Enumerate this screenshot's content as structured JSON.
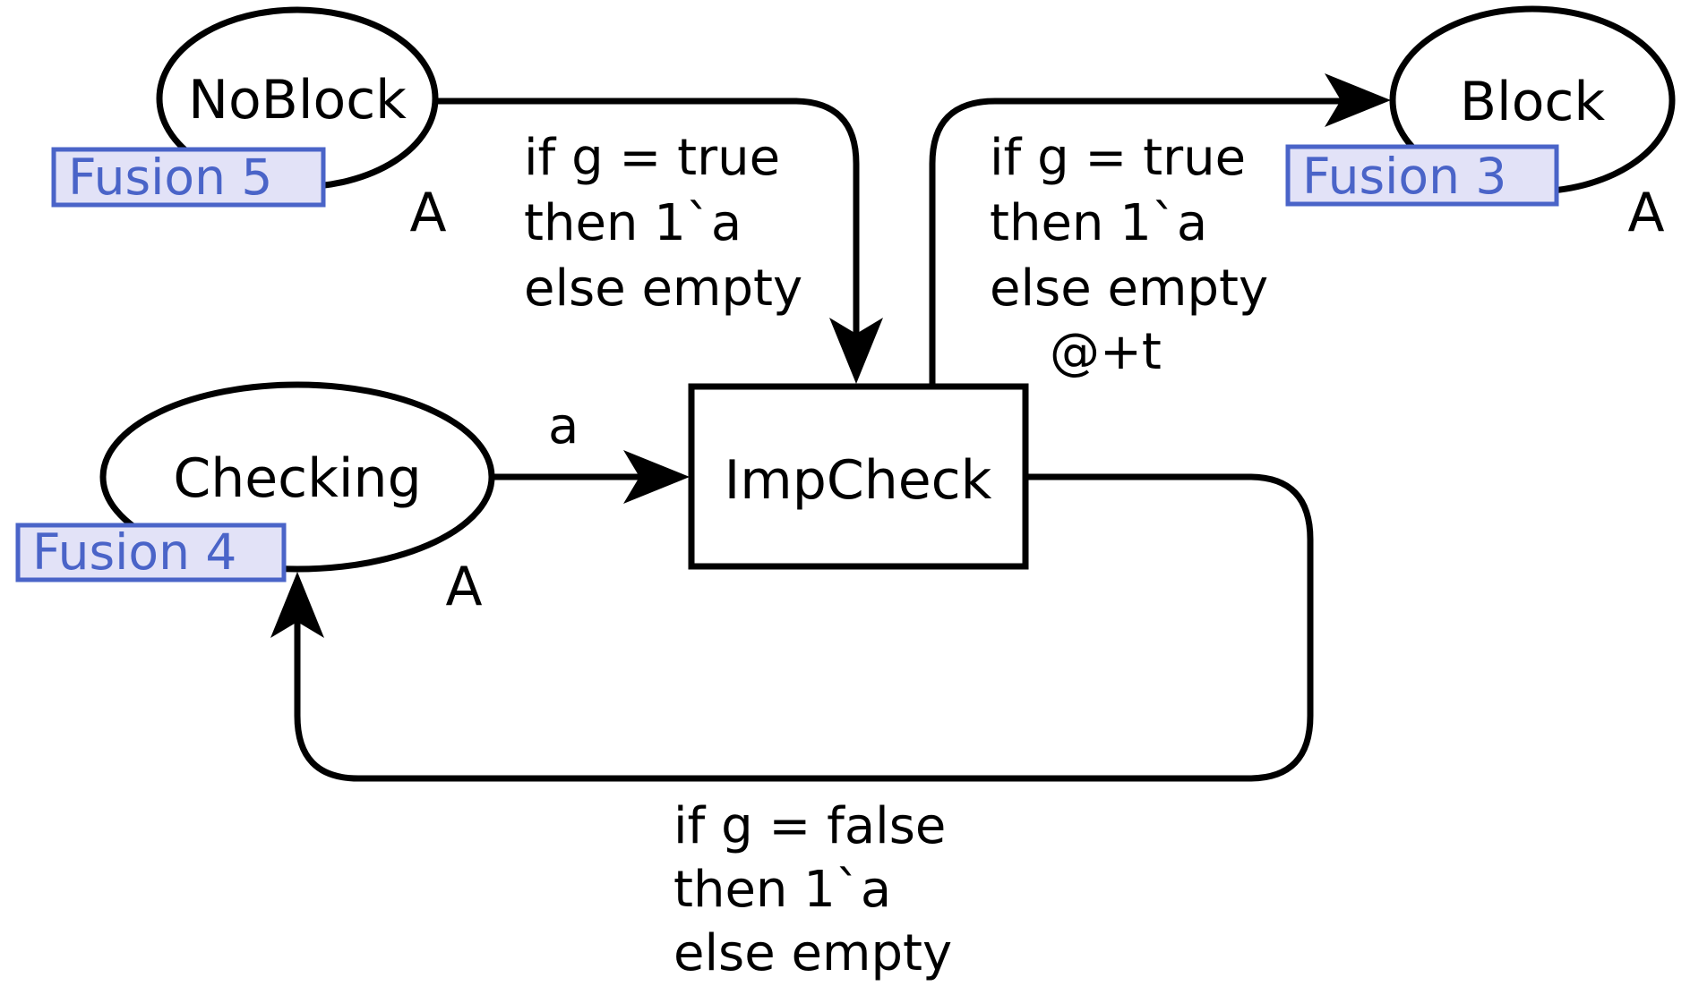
{
  "net": {
    "places": [
      {
        "name": "NoBlock",
        "colorset": "A",
        "fusion_tag": "Fusion 5"
      },
      {
        "name": "Block",
        "colorset": "A",
        "fusion_tag": "Fusion 3"
      },
      {
        "name": "Checking",
        "colorset": "A",
        "fusion_tag": "Fusion 4"
      }
    ],
    "transitions": [
      {
        "name": "ImpCheck"
      }
    ],
    "arcs": [
      {
        "from": "NoBlock",
        "to": "ImpCheck",
        "lines": [
          "if g = true",
          "then 1`a",
          "else empty"
        ]
      },
      {
        "from": "ImpCheck",
        "to": "Block",
        "lines": [
          "if g = true",
          "then 1`a",
          "else empty",
          "@+t"
        ]
      },
      {
        "from": "Checking",
        "to": "ImpCheck",
        "lines": [
          "a"
        ]
      },
      {
        "from": "ImpCheck",
        "to": "Checking",
        "lines": [
          "if g = false",
          "then 1`a",
          "else empty"
        ]
      }
    ],
    "colors": {
      "stroke": "#000000",
      "background": "#ffffff",
      "fusion_fill": "#e2e2f7",
      "fusion_accent": "#4a64c8"
    }
  }
}
